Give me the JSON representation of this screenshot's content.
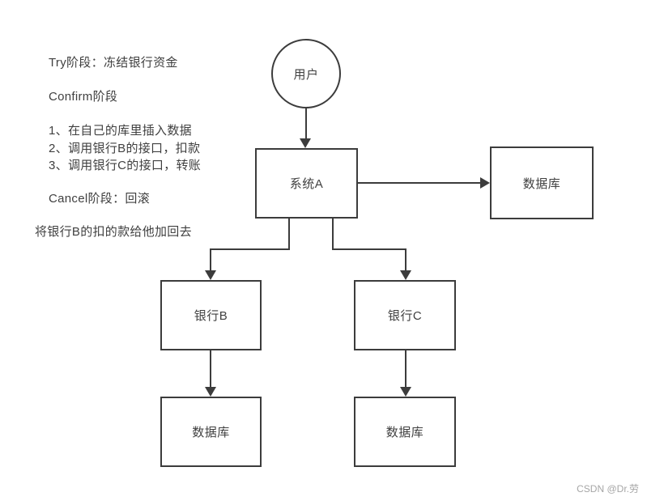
{
  "annotation": {
    "lines": [
      "Try阶段：冻结银行资金",
      "Confirm阶段",
      "1、在自己的库里插入数据",
      "2、调用银行B的接口，扣款",
      "3、调用银行C的接口，转账",
      "Cancel阶段：回滚",
      "将银行B的扣的款给他加回去"
    ]
  },
  "nodes": {
    "user": {
      "label": "用户",
      "shape": "circle"
    },
    "system_a": {
      "label": "系统A",
      "shape": "rect"
    },
    "db_main": {
      "label": "数据库",
      "shape": "rect"
    },
    "bank_b": {
      "label": "银行B",
      "shape": "rect"
    },
    "bank_c": {
      "label": "银行C",
      "shape": "rect"
    },
    "db_bank_b": {
      "label": "数据库",
      "shape": "rect"
    },
    "db_bank_c": {
      "label": "数据库",
      "shape": "rect"
    }
  },
  "edges": [
    {
      "from": "用户",
      "to": "系统A",
      "type": "arrow"
    },
    {
      "from": "系统A",
      "to": "数据库",
      "type": "arrow"
    },
    {
      "from": "系统A",
      "to": "银行B",
      "type": "arrow"
    },
    {
      "from": "系统A",
      "to": "银行C",
      "type": "arrow"
    },
    {
      "from": "银行B",
      "to": "数据库",
      "type": "arrow"
    },
    {
      "from": "银行C",
      "to": "数据库",
      "type": "arrow"
    }
  ],
  "watermark": {
    "text": "CSDN @Dr.劳"
  },
  "colors": {
    "line": "#3c3c3c",
    "text": "#404040",
    "watermark": "#a6a6a6",
    "background": "#ffffff"
  }
}
